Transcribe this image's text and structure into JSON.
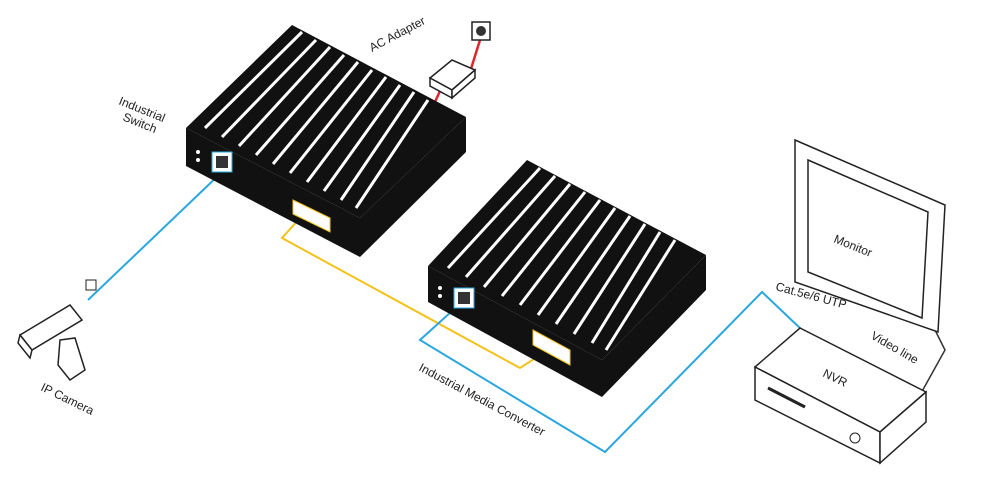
{
  "labels": {
    "ac_adapter": "AC Adapter",
    "switch_line1": "Industrial",
    "switch_line2": "Switch",
    "monitor": "Monitor",
    "utp": "Cat.5e/6 UTP",
    "video_line": "Video line",
    "nvr": "NVR",
    "media_converter": "Industrial Media Converter",
    "ip_camera": "IP Camera"
  },
  "colors": {
    "ethernet": "#2aa7de",
    "fiber": "#f2c21b",
    "power": "#e0262b",
    "device": "#111111"
  }
}
